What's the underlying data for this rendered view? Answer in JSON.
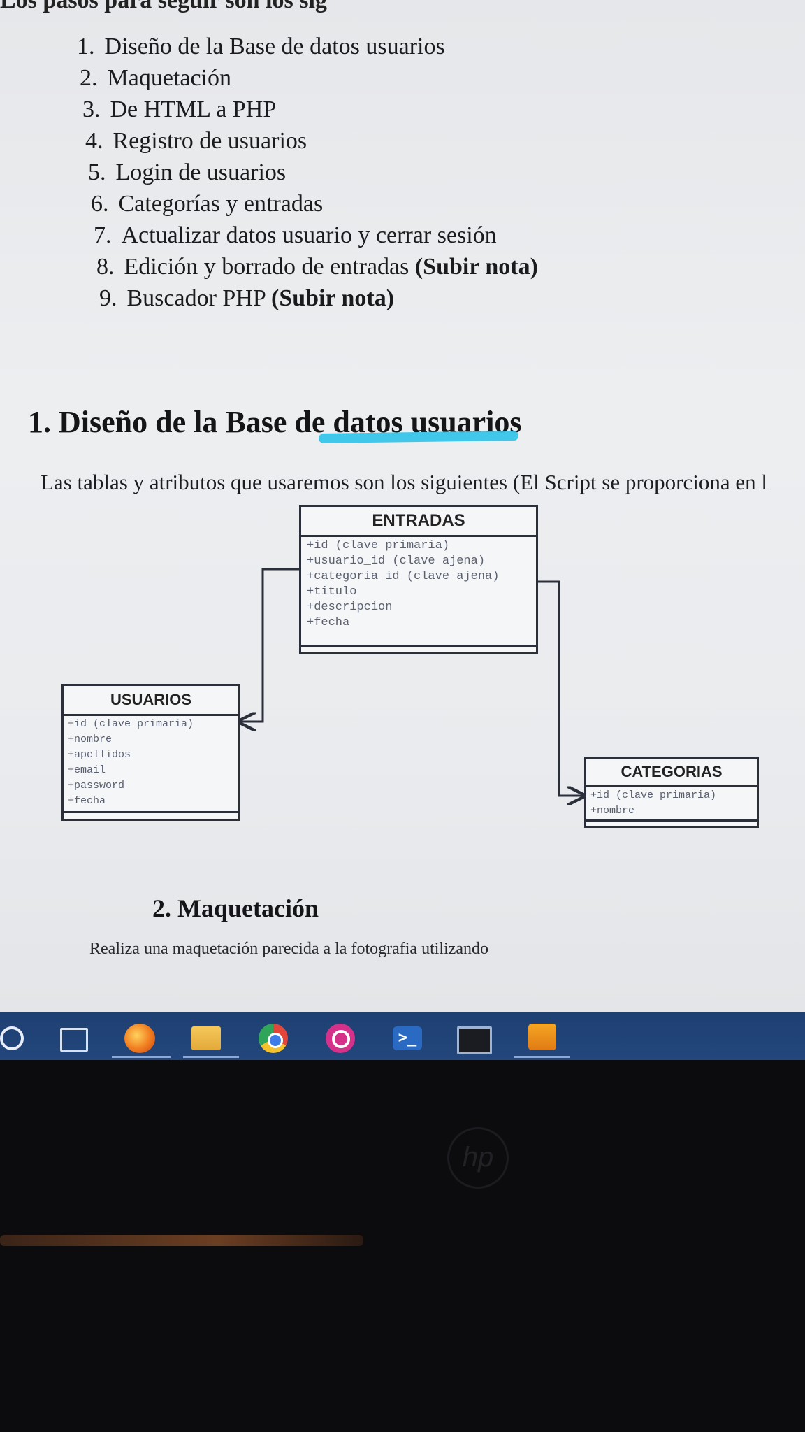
{
  "document": {
    "top_cut_text": "Los pasos para seguir son los sig",
    "steps": [
      {
        "num": "1.",
        "text": "Diseño de la Base de datos usuarios",
        "bold": ""
      },
      {
        "num": "2.",
        "text": "Maquetación",
        "bold": ""
      },
      {
        "num": "3.",
        "text": "De HTML a PHP",
        "bold": ""
      },
      {
        "num": "4.",
        "text": "Registro de usuarios",
        "bold": ""
      },
      {
        "num": "5.",
        "text": "Login de usuarios",
        "bold": ""
      },
      {
        "num": "6.",
        "text": "Categorías y entradas",
        "bold": ""
      },
      {
        "num": "7.",
        "text": "Actualizar datos usuario y cerrar sesión",
        "bold": ""
      },
      {
        "num": "8.",
        "text": "Edición y borrado de entradas ",
        "bold": "(Subir nota)"
      },
      {
        "num": "9.",
        "text": "Buscador PHP ",
        "bold": "(Subir nota)"
      }
    ],
    "section1_title": "1. Diseño de la Base de datos usuarios",
    "section1_intro": "Las tablas y atributos que usaremos son los siguientes (El Script se proporciona en l",
    "section2_title": "2. Maquetación",
    "section2_text": "Realiza una maquetación parecida a la fotografia utilizando"
  },
  "diagram": {
    "entradas": {
      "name": "ENTRADAS",
      "attrs": [
        "+id (clave primaria)",
        "+usuario_id (clave ajena)",
        "+categoria_id (clave ajena)",
        "+titulo",
        "+descripcion",
        "+fecha"
      ]
    },
    "usuarios": {
      "name": "USUARIOS",
      "attrs": [
        "+id (clave primaria)",
        "+nombre",
        "+apellidos",
        "+email",
        "+password",
        "+fecha"
      ]
    },
    "categorias": {
      "name": "CATEGORIAS",
      "attrs": [
        "+id (clave primaria)",
        "+nombre"
      ]
    }
  },
  "taskbar": {
    "icons": [
      "search-circle-icon",
      "task-view-icon",
      "firefox-icon",
      "file-explorer-icon",
      "chrome-icon",
      "app-pink-icon",
      "powershell-icon",
      "terminal-icon",
      "sublime-text-icon"
    ]
  },
  "hardware": {
    "logo": "hp"
  }
}
